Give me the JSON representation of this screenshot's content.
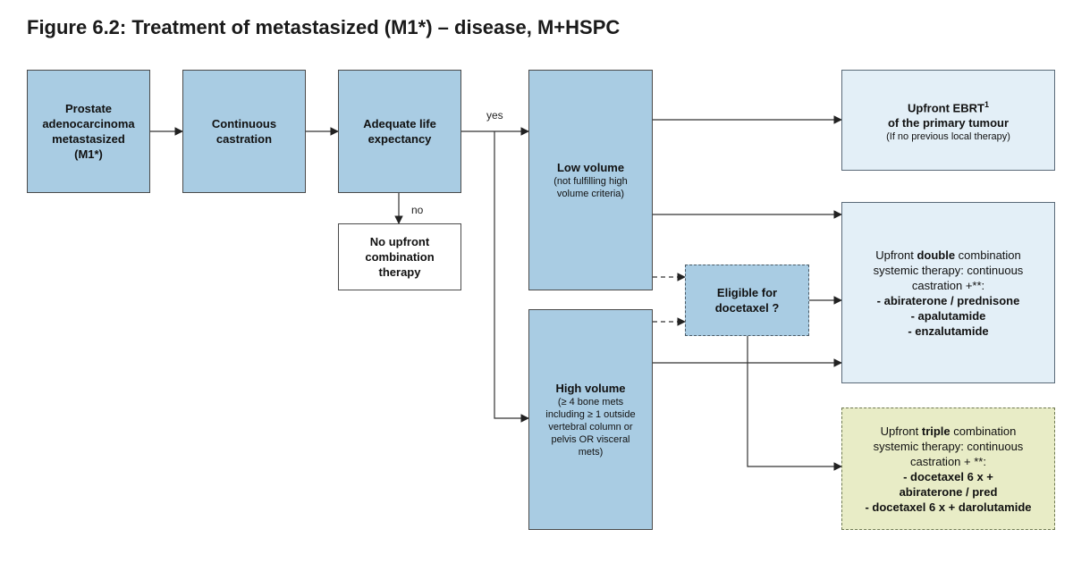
{
  "title": "Figure 6.2: Treatment of metastasized (M1*) – disease, M+HSPC",
  "nodes": {
    "prostate": {
      "line1": "Prostate",
      "line2": "adenocarcinoma",
      "line3": "metastasized",
      "line4": "(M1*)"
    },
    "castration": {
      "line1": "Continuous",
      "line2": "castration"
    },
    "life": {
      "line1": "Adequate life",
      "line2": "expectancy"
    },
    "no_upfront": {
      "line1": "No upfront",
      "line2": "combination",
      "line3": "therapy"
    },
    "low": {
      "title": "Low volume",
      "sub1": "(not fulfilling high",
      "sub2": "volume criteria)"
    },
    "high": {
      "title": "High volume",
      "sub1": "(≥ 4 bone mets",
      "sub2": "including ≥ 1 outside",
      "sub3": "vertebral column or",
      "sub4": "pelvis OR visceral",
      "sub5": "mets)"
    },
    "docetaxel": {
      "line1": "Eligible for",
      "line2": "docetaxel ?"
    },
    "ebrt": {
      "line1": "Upfront EBRT",
      "sup": "1",
      "line2": "of the primary tumour",
      "note": "(If no previous local therapy)"
    },
    "double": {
      "pre": "Upfront ",
      "bold": "double",
      "post": " combination",
      "line2": "systemic therapy: continuous",
      "line3": "castration +**:",
      "items": [
        "- abiraterone / prednisone",
        "- apalutamide",
        "- enzalutamide"
      ]
    },
    "triple": {
      "pre": "Upfront ",
      "bold": "triple",
      "post": " combination",
      "line2": "systemic therapy: continuous",
      "line3": "castration + **:",
      "items": [
        "- docetaxel 6 x +",
        "abiraterone / pred",
        "- docetaxel 6 x + darolutamide"
      ]
    }
  },
  "labels": {
    "yes": "yes",
    "no": "no"
  },
  "colors": {
    "box_blue": "#a9cce3",
    "box_light": "#e3eff7",
    "box_green": "#e8ecc6",
    "line": "#333333"
  }
}
